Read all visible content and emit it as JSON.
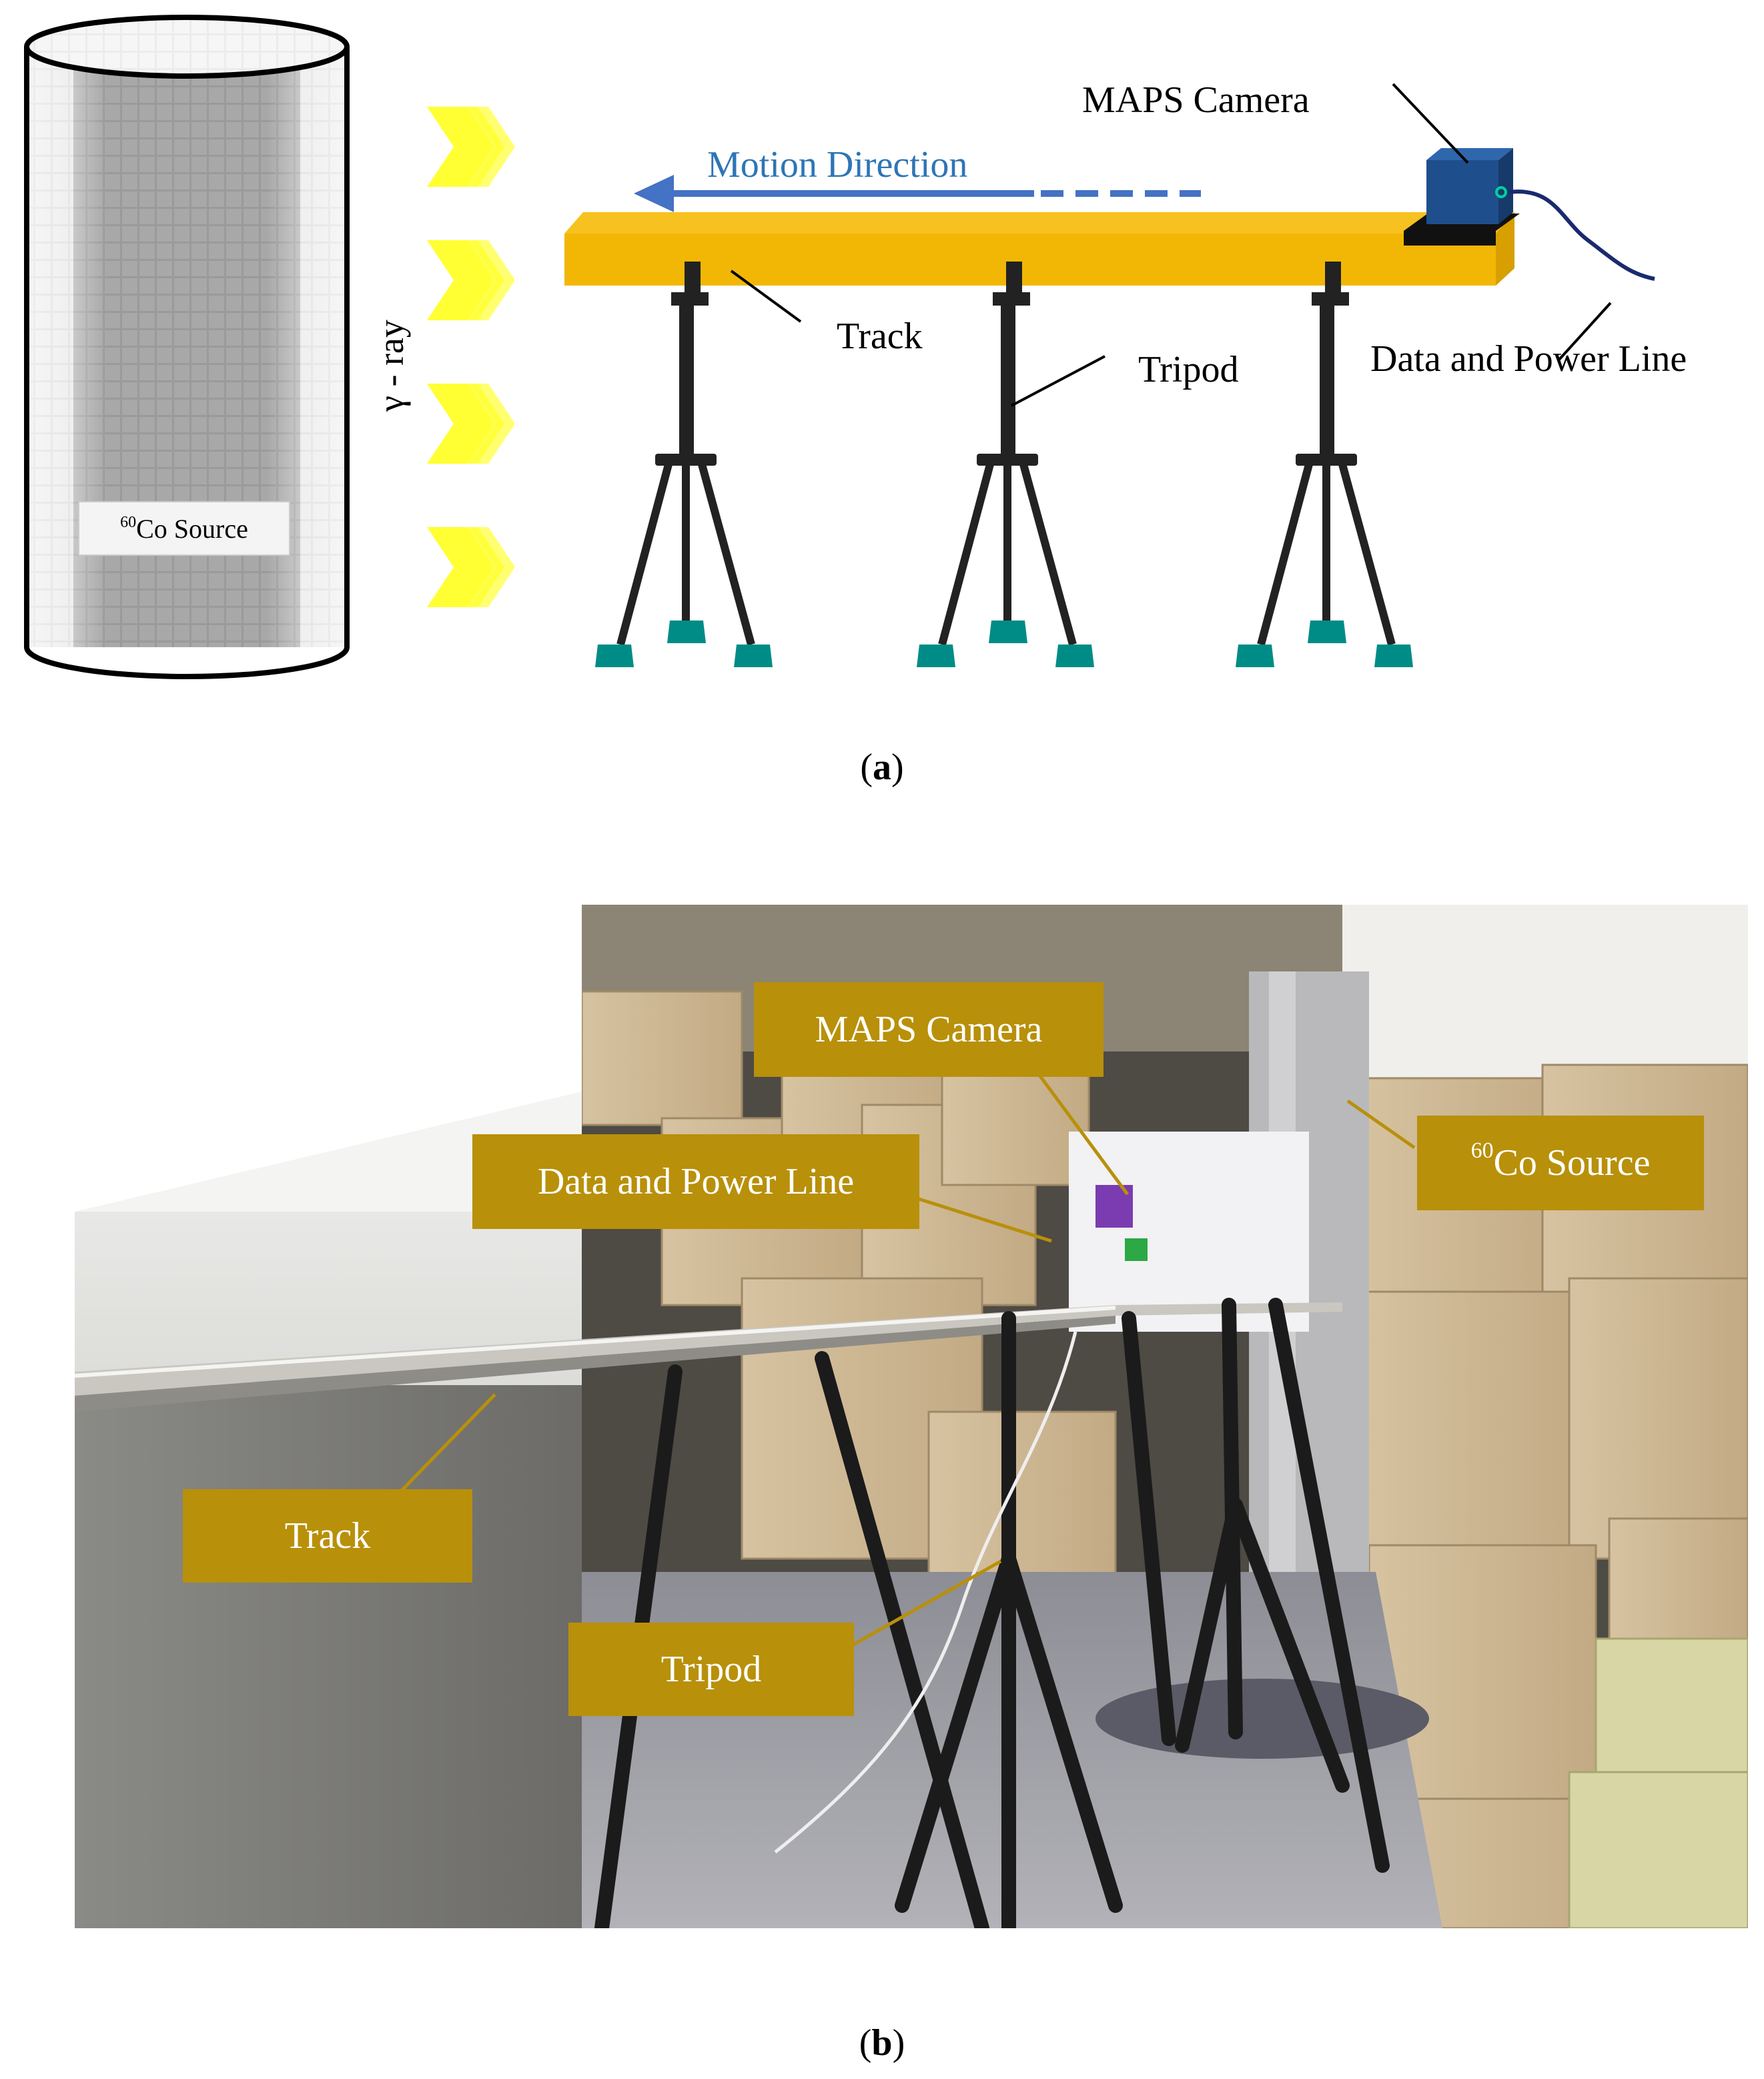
{
  "figure": {
    "panel_a": {
      "caption_letter": "a",
      "labels": {
        "maps_camera": "MAPS Camera",
        "motion_direction": "Motion Direction",
        "track": "Track",
        "tripod": "Tripod",
        "data_power_line": "Data and Power Line",
        "gamma_ray": "γ - ray",
        "source_sup": "60",
        "source_text": "Co Source"
      }
    },
    "panel_b": {
      "caption_letter": "b",
      "labels": {
        "maps_camera": "MAPS Camera",
        "data_power_line": "Data and Power Line",
        "source_sup": "60",
        "source_text": "Co Source",
        "track": "Track",
        "tripod": "Tripod"
      }
    }
  },
  "colors": {
    "track": "#f2b705",
    "tripod": "#222222",
    "tripod_feet": "#008c86",
    "camera": "#1f4e8c",
    "arrow": "#4472c4",
    "gamma_chevrons": "#ffff33",
    "label_box": "#b8900a"
  }
}
